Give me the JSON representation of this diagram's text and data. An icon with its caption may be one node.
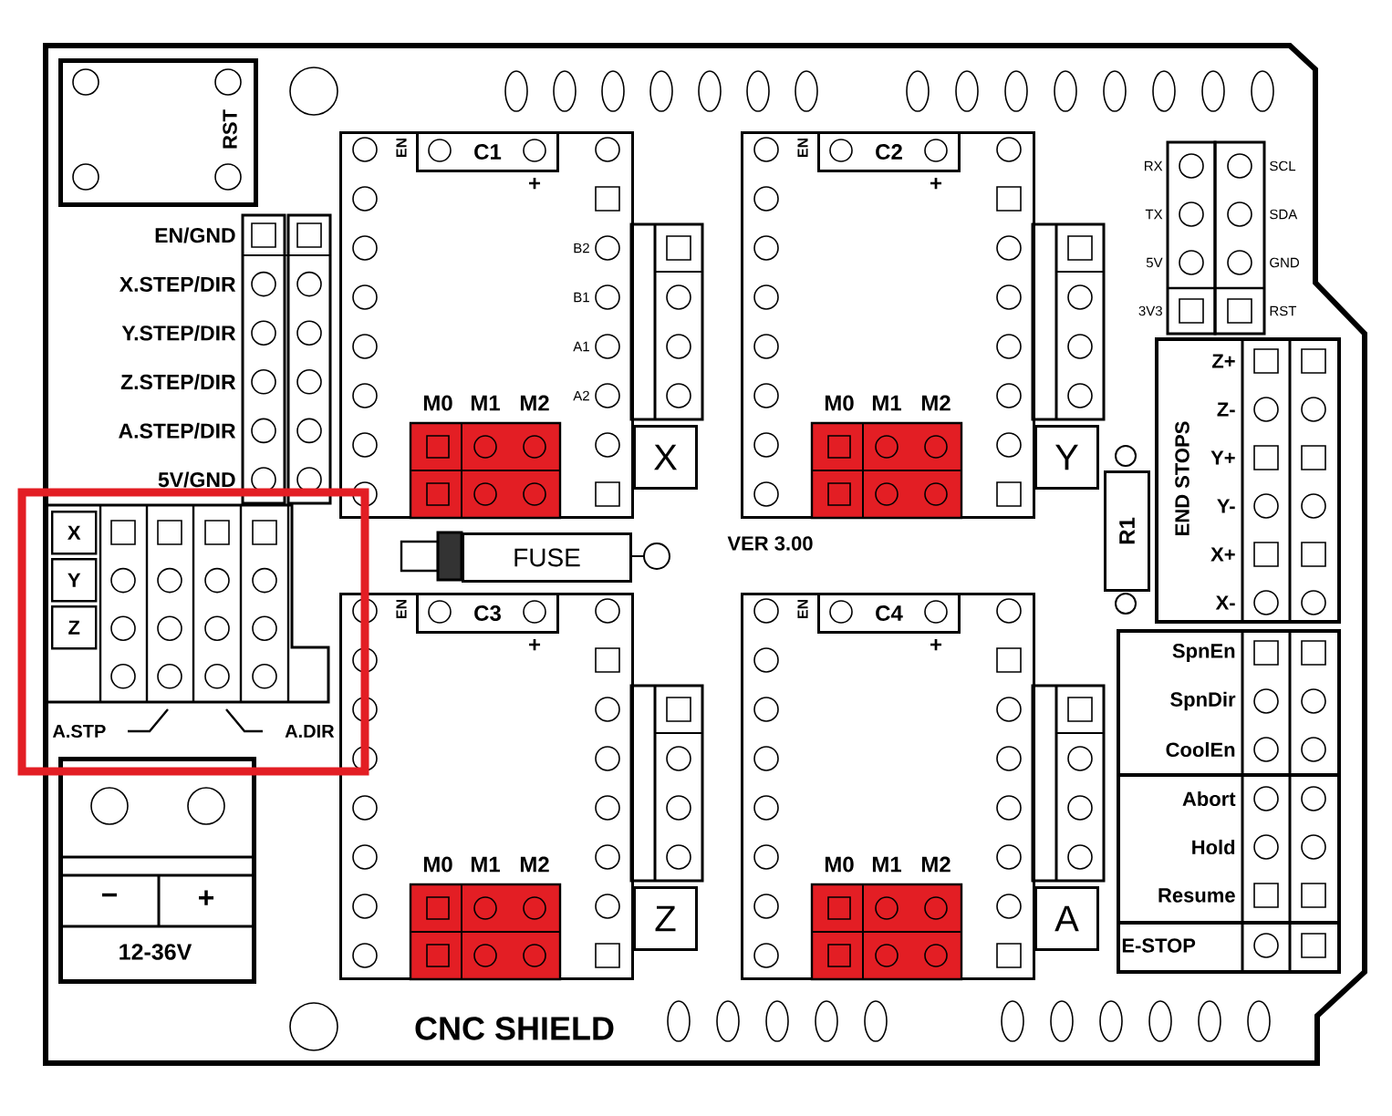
{
  "diagram": {
    "nodes": [
      {
        "text": [
          "RST"
        ]
      },
      {
        "text": [
          "EN",
          "+",
          "B2",
          "B1",
          "A1",
          "A2",
          "M0",
          "M1",
          "M2"
        ]
      },
      {
        "text": [
          "C1"
        ],
        "in": 1
      },
      {
        "text": [
          "EN",
          "+",
          "M0",
          "M1",
          "M2"
        ]
      },
      {
        "text": [
          "C2"
        ],
        "in": 3
      },
      {
        "text": [
          "EN",
          "+",
          "M0",
          "M1",
          "M2"
        ]
      },
      {
        "text": [
          "C3"
        ],
        "in": 5
      },
      {
        "text": [
          "EN",
          "+",
          "M0",
          "M1",
          "M2"
        ]
      },
      {
        "text": [
          "C4"
        ],
        "in": 7
      },
      {
        "text": [
          "X"
        ]
      },
      {
        "text": [
          "Y"
        ]
      },
      {
        "text": [
          "Z"
        ]
      },
      {
        "text": [
          "A"
        ]
      },
      {
        "text": [
          "FUSE"
        ]
      },
      {
        "text": [
          "R1"
        ]
      },
      {
        "text": [
          "−",
          "+",
          "12-36V"
        ]
      },
      {
        "text": [
          "X"
        ]
      },
      {
        "text": [
          "Y"
        ]
      },
      {
        "text": [
          "Z"
        ]
      },
      {
        "text": [
          "END STOPS",
          "Z+",
          "Z-",
          "Y+",
          "Y-",
          "X+",
          "X-"
        ]
      },
      {
        "text": [
          "SpnEn",
          "SpnDir",
          "CoolEn"
        ]
      },
      {
        "text": [
          "Abort",
          "Hold",
          "Resume"
        ]
      },
      {
        "text": [
          "E-STOP"
        ]
      }
    ],
    "labels": [
      "EN/GND",
      "X.STEP/DIR",
      "Y.STEP/DIR",
      "Z.STEP/DIR",
      "A.STEP/DIR",
      "5V/GND",
      "A.STP",
      "A.DIR",
      "RX",
      "SCL",
      "TX",
      "SDA",
      "5V",
      "GND",
      "3V3",
      "RST",
      "VER 3.00",
      "CNC SHIELD"
    ]
  }
}
